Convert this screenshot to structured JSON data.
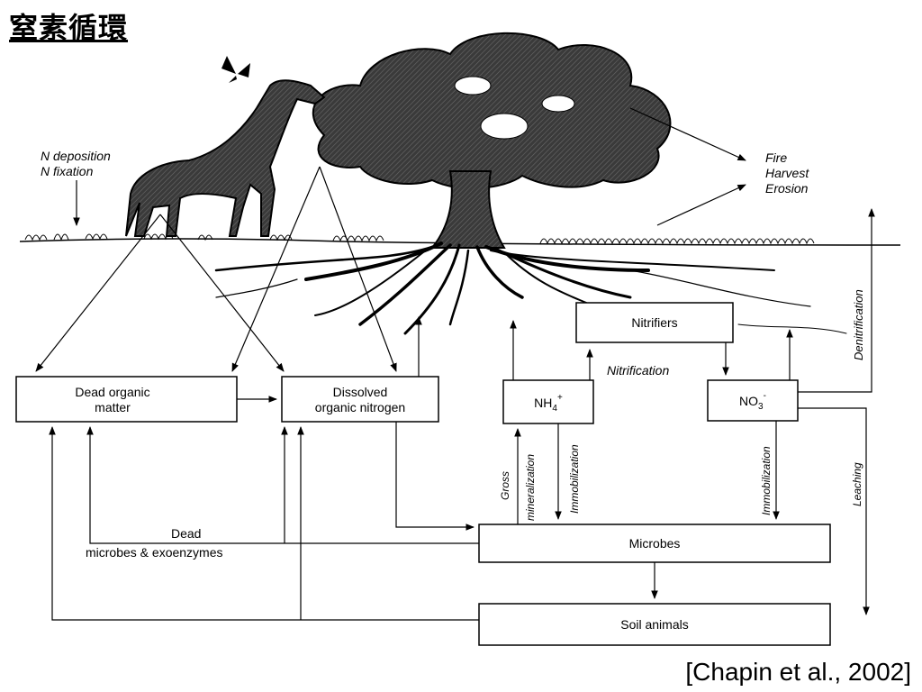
{
  "title": "窒素循環",
  "citation": "[Chapin et al., 2002]",
  "inputs": {
    "line1": "N deposition",
    "line2": "N fixation"
  },
  "losses": {
    "line1": "Fire",
    "line2": "Harvest",
    "line3": "Erosion"
  },
  "boxes": {
    "dead_organic_matter": {
      "line1": "Dead organic",
      "line2": "matter"
    },
    "dissolved_organic_nitrogen": {
      "line1": "Dissolved",
      "line2": "organic nitrogen"
    },
    "nh4": {
      "base": "NH",
      "sub": "4",
      "sup": "+"
    },
    "nitrifiers": "Nitrifiers",
    "no3": {
      "base": "NO",
      "sub": "3",
      "sup": "-"
    },
    "microbes": "Microbes",
    "soil_animals": "Soil animals"
  },
  "process_labels": {
    "nitrification": "Nitrification",
    "denitrification": "Denitrification",
    "gross_mineralization": {
      "line1": "Gross",
      "line2": "mineralization"
    },
    "immobilization_nh4": "Immobilization",
    "immobilization_no3": "Immobilization",
    "leaching": "Leaching",
    "dead_microbes": {
      "line1": "Dead",
      "line2": "microbes & exoenzymes"
    }
  }
}
